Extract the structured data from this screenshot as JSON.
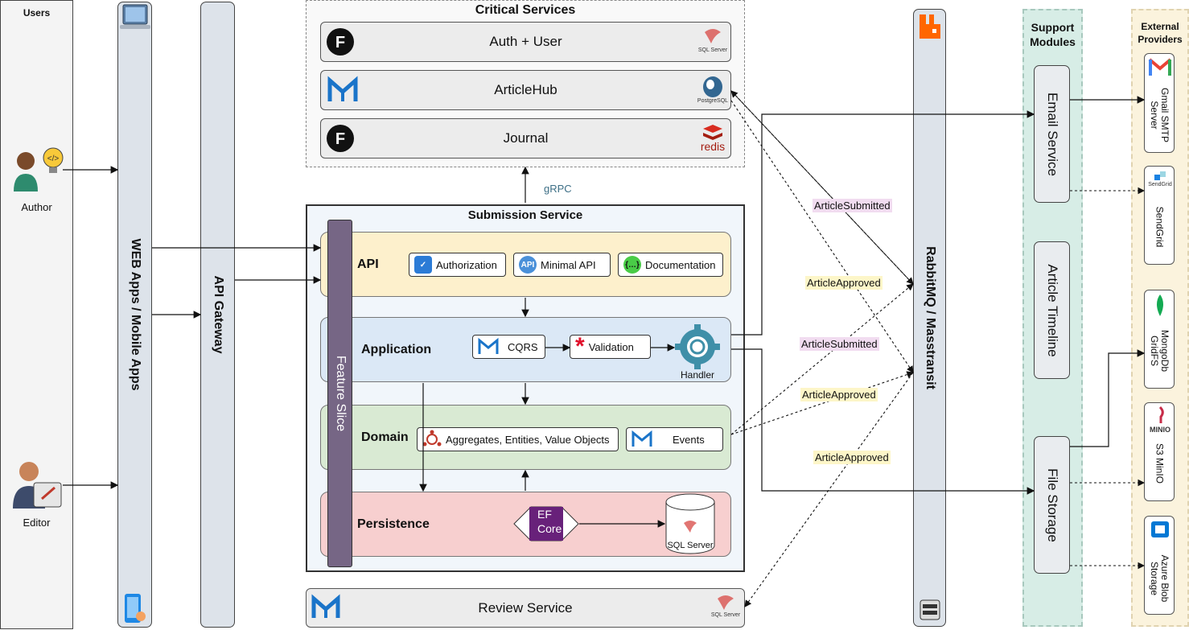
{
  "lanes": {
    "users": "Users",
    "apps": "WEB Apps / Mobile Apps",
    "gateway": "API Gateway",
    "bus": "RabbitMQ / Masstransit",
    "support": "Support Modules",
    "external": "External Providers"
  },
  "actors": {
    "author": "Author",
    "editor": "Editor"
  },
  "critical": {
    "title": "Critical Services",
    "rows": [
      {
        "label": "Auth + User",
        "db": "SQL Server"
      },
      {
        "label": "ArticleHub",
        "db": "PostgreSQL"
      },
      {
        "label": "Journal",
        "db": "redis"
      }
    ]
  },
  "grpc": "gRPC",
  "submission": {
    "title": "Submission Service",
    "feature_slice": "Feature Slice",
    "api": {
      "title": "API",
      "chips": [
        "Authorization",
        "Minimal API",
        "Documentation"
      ]
    },
    "application": {
      "title": "Application",
      "cqrs": "CQRS",
      "validation": "Validation",
      "handler": "Handler"
    },
    "domain": {
      "title": "Domain",
      "aggregates": "Aggregates, Entities, Value Objects",
      "events": "Events"
    },
    "persistence": {
      "title": "Persistence",
      "ef": "EF",
      "core": "Core",
      "db": "SQL Server"
    }
  },
  "review": {
    "label": "Review Service",
    "db": "SQL Server"
  },
  "events": {
    "e1": "ArticleSubmitted",
    "e2": "ArticleApproved",
    "e3": "ArticleSubmitted",
    "e4": "ArticleApproved",
    "e5": "ArticleApproved"
  },
  "support_modules": {
    "email": "Email Service",
    "timeline": "Article Timeline",
    "files": "File Storage"
  },
  "providers": {
    "gmail": "Gmail SMTP Server",
    "sendgrid": "SendGrid",
    "sendgrid_logo": "SendGrid",
    "mongo": "MongoDb GridFS",
    "minio": "S3 MinIO",
    "minio_logo": "MINIO",
    "azure": "Azure Blob Storage"
  },
  "colors": {
    "api": "#fdf0cc",
    "application": "#dbe8f6",
    "domain": "#d9ead3",
    "persistence": "#f7cfcf",
    "feature_slice": "#766685",
    "support_bg": "#d7ede6",
    "external_bg": "#fbf3dd",
    "bus": "#dde3ea"
  }
}
